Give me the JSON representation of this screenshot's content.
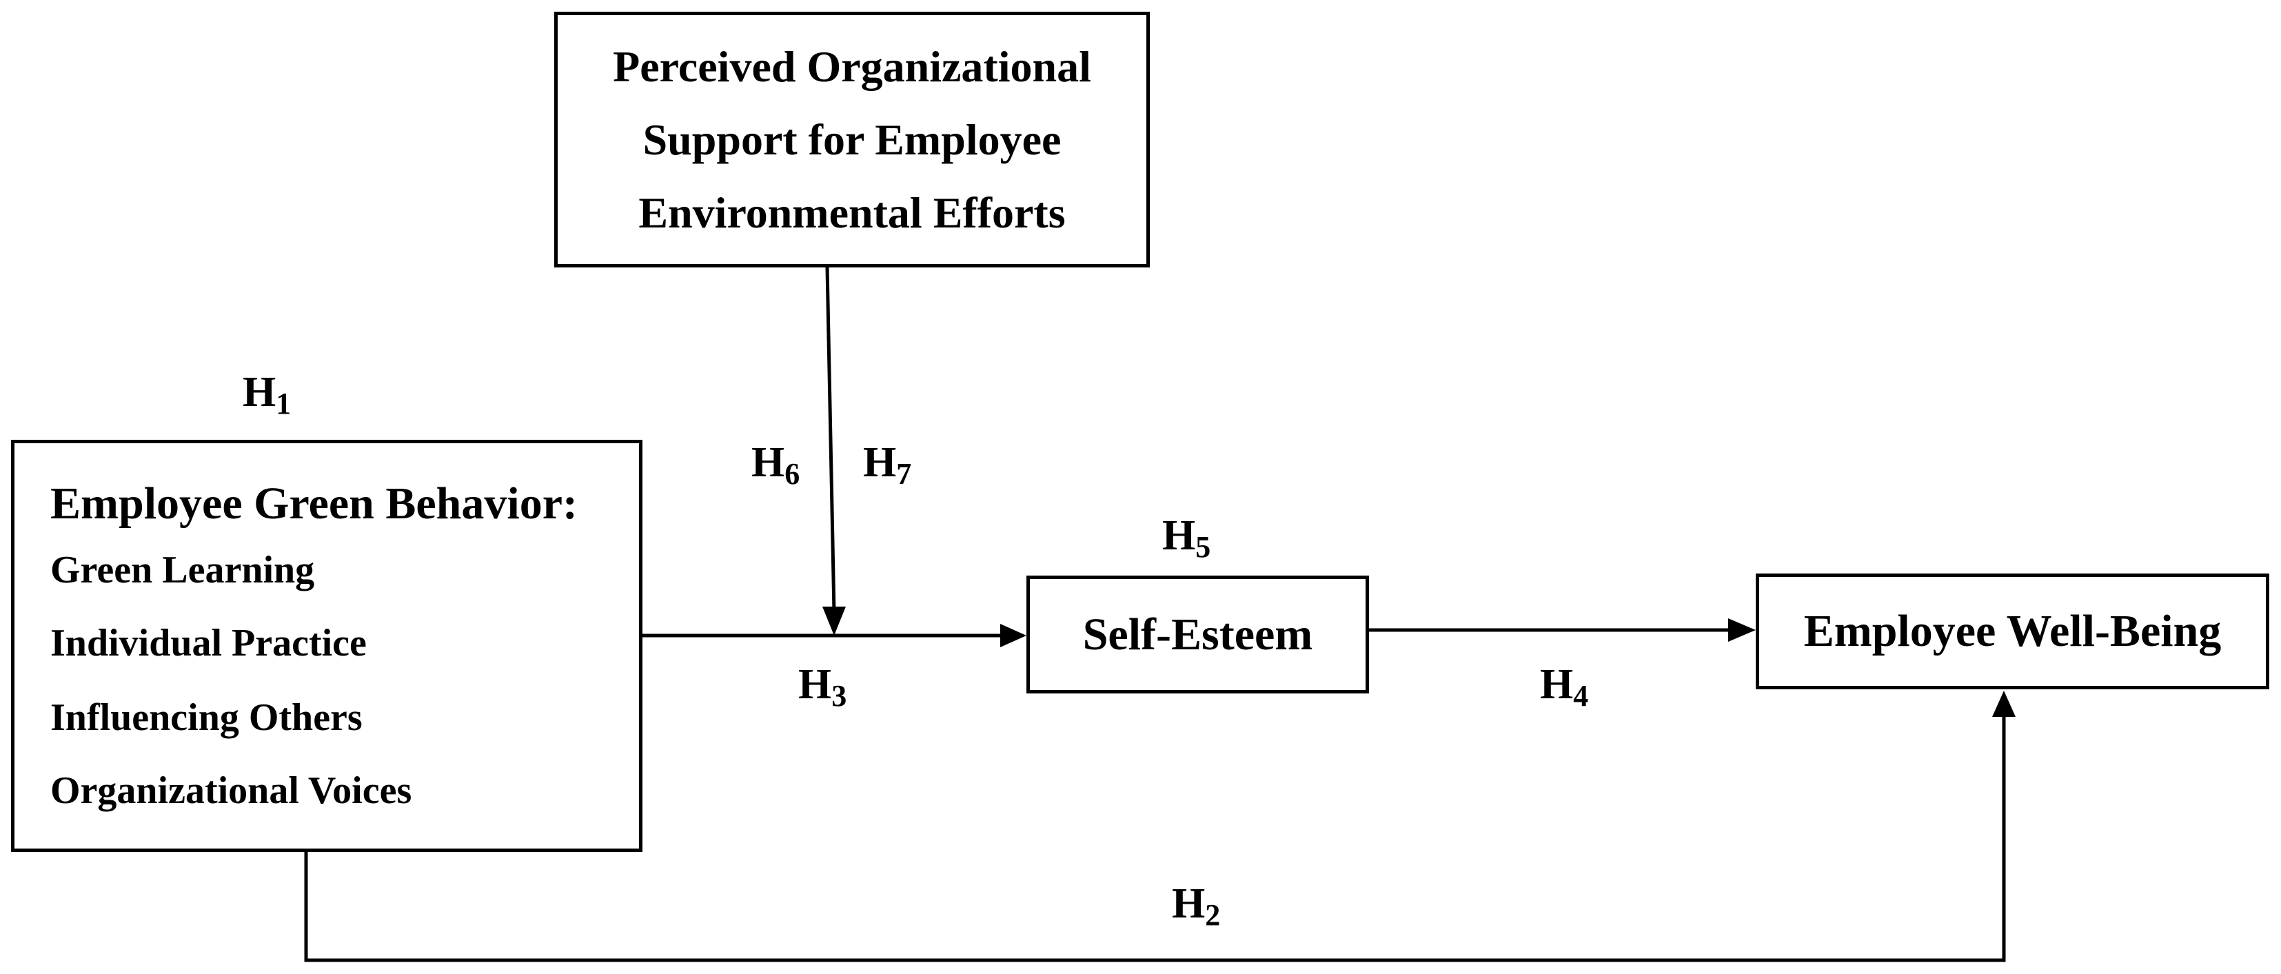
{
  "nodes": {
    "poss": {
      "lines": [
        "Perceived Organizational",
        "Support for Employee",
        "Environmental Efforts"
      ]
    },
    "egb": {
      "title": "Employee Green Behavior:",
      "items": [
        "Green Learning",
        "Individual Practice",
        "Influencing Others",
        "Organizational Voices"
      ]
    },
    "se": {
      "label": "Self-Esteem"
    },
    "ewb": {
      "label": "Employee Well-Being"
    }
  },
  "hypotheses": {
    "h1": {
      "letter": "H",
      "num": "1"
    },
    "h2": {
      "letter": "H",
      "num": "2"
    },
    "h3": {
      "letter": "H",
      "num": "3"
    },
    "h4": {
      "letter": "H",
      "num": "4"
    },
    "h5": {
      "letter": "H",
      "num": "5"
    },
    "h6": {
      "letter": "H",
      "num": "6"
    },
    "h7": {
      "letter": "H",
      "num": "7"
    }
  },
  "colors": {
    "stroke": "#000000",
    "background": "#ffffff"
  }
}
